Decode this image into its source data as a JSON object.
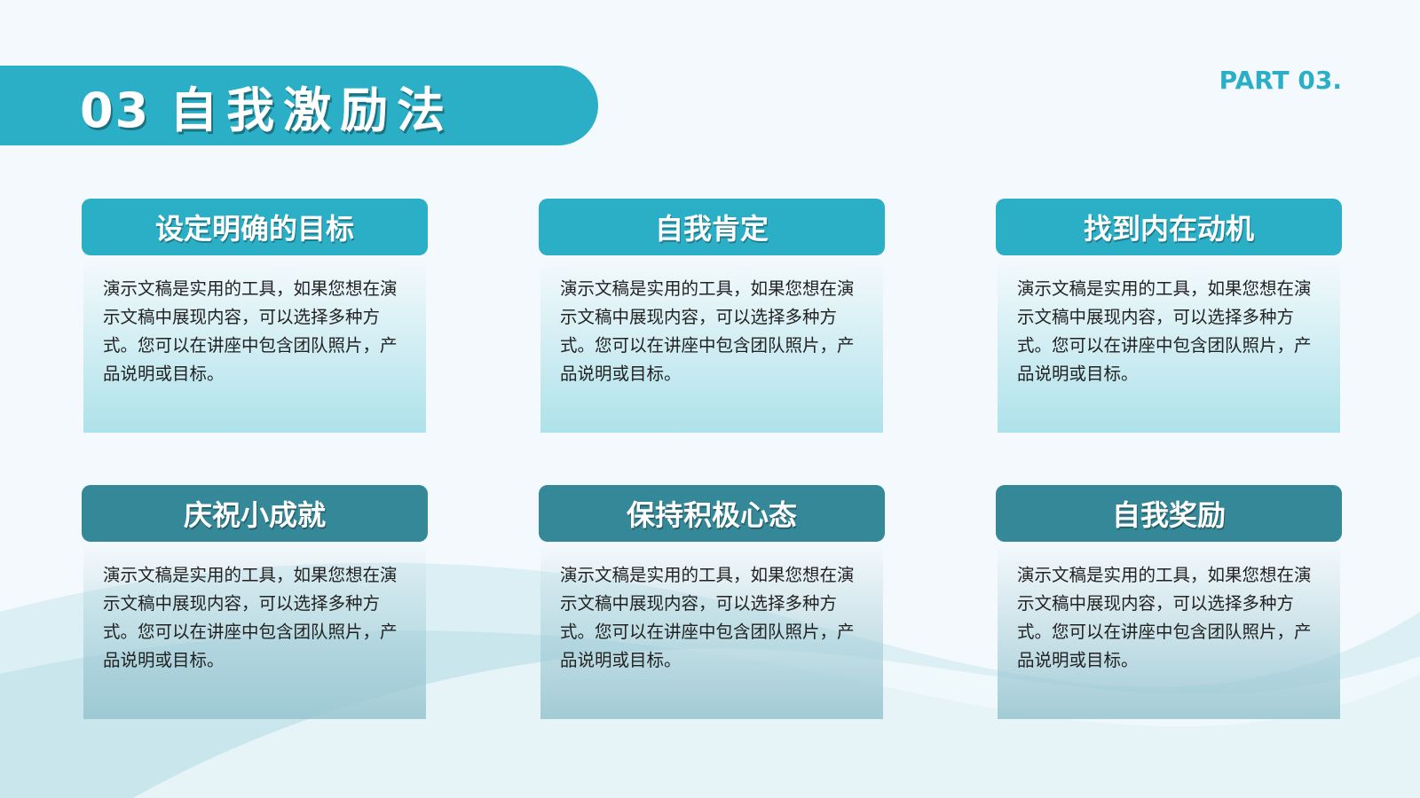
{
  "header": {
    "number": "03",
    "title": "自我激励法",
    "part_label": "PART 03."
  },
  "cards": [
    {
      "title": "设定明确的目标",
      "body": "演示文稿是实用的工具，如果您想在演示文稿中展现内容，可以选择多种方式。您可以在讲座中包含团队照片，产品说明或目标。"
    },
    {
      "title": "自我肯定",
      "body": "演示文稿是实用的工具，如果您想在演示文稿中展现内容，可以选择多种方式。您可以在讲座中包含团队照片，产品说明或目标。"
    },
    {
      "title": "找到内在动机",
      "body": "演示文稿是实用的工具，如果您想在演示文稿中展现内容，可以选择多种方式。您可以在讲座中包含团队照片，产品说明或目标。"
    },
    {
      "title": "庆祝小成就",
      "body": "演示文稿是实用的工具，如果您想在演示文稿中展现内容，可以选择多种方式。您可以在讲座中包含团队照片，产品说明或目标。"
    },
    {
      "title": "保持积极心态",
      "body": "演示文稿是实用的工具，如果您想在演示文稿中展现内容，可以选择多种方式。您可以在讲座中包含团队照片，产品说明或目标。"
    },
    {
      "title": "自我奖励",
      "body": "演示文稿是实用的工具，如果您想在演示文稿中展现内容，可以选择多种方式。您可以在讲座中包含团队照片，产品说明或目标。"
    }
  ],
  "colors": {
    "accent": "#2aafc7",
    "accent_dark": "#358898",
    "background": "#f3f9fc"
  }
}
